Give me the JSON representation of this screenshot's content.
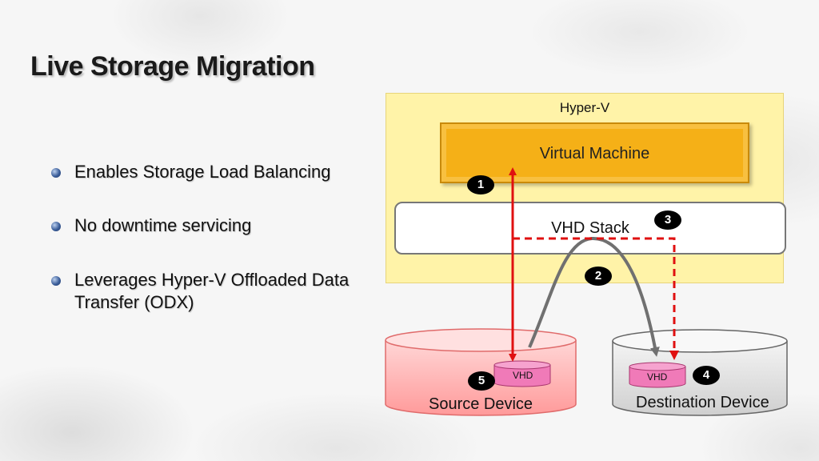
{
  "slide": {
    "title": "Live Storage Migration",
    "bullets": [
      "Enables Storage Load Balancing",
      "No downtime servicing",
      "Leverages Hyper-V Offloaded Data Transfer (ODX)"
    ]
  },
  "diagram": {
    "hyperv_label": "Hyper-V",
    "vm_label": "Virtual Machine",
    "vhd_stack_label": "VHD Stack",
    "source_device_label": "Source Device",
    "destination_device_label": "Destination Device",
    "source_vhd_label": "VHD",
    "destination_vhd_label": "VHD",
    "steps": [
      "1",
      "2",
      "3",
      "4",
      "5"
    ],
    "colors": {
      "hyperv_fill": "#fff3a8",
      "vm_fill": "#f5b017",
      "source_device_fill": "#ffc9c9",
      "destination_device_fill": "#e8e8e8",
      "vhd_fill": "#f07ab8",
      "arrow_red": "#e01010",
      "arrow_gray": "#707070"
    }
  }
}
